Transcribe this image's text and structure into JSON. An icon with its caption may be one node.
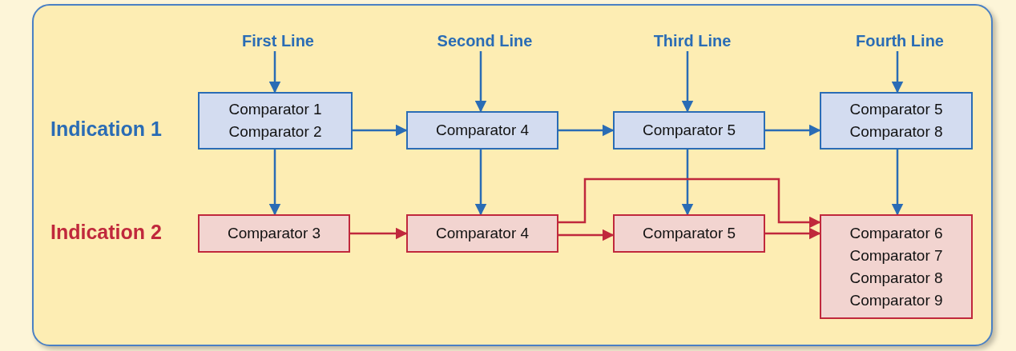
{
  "diagram": {
    "nodes": [
      {
        "text": [
          "First Line"
        ]
      },
      {
        "text": [
          "Second Line"
        ]
      },
      {
        "text": [
          "Third Line"
        ]
      },
      {
        "text": [
          "Fourth Line"
        ]
      },
      {
        "text": [
          "Comparator 1",
          "Comparator 2"
        ]
      },
      {
        "text": [
          "Comparator 4"
        ]
      },
      {
        "text": [
          "Comparator 5"
        ]
      },
      {
        "text": [
          "Comparator 5",
          "Comparator 8"
        ]
      },
      {
        "text": [
          "Comparator 3"
        ]
      },
      {
        "text": [
          "Comparator 4"
        ]
      },
      {
        "text": [
          "Comparator 5"
        ]
      },
      {
        "text": [
          "Comparator 6",
          "Comparator 7",
          "Comparator 8",
          "Comparator 9"
        ]
      }
    ],
    "edges": [
      {
        "from": 0,
        "to": 4,
        "arrow": "to"
      },
      {
        "from": 1,
        "to": 5,
        "arrow": "to"
      },
      {
        "from": 2,
        "to": 6,
        "arrow": "to"
      },
      {
        "from": 3,
        "to": 7,
        "arrow": "to"
      },
      {
        "from": 4,
        "to": 5,
        "arrow": "to"
      },
      {
        "from": 5,
        "to": 6,
        "arrow": "to"
      },
      {
        "from": 6,
        "to": 7,
        "arrow": "to"
      },
      {
        "from": 4,
        "to": 8,
        "arrow": "to"
      },
      {
        "from": 5,
        "to": 9,
        "arrow": "to"
      },
      {
        "from": 6,
        "to": 10,
        "arrow": "to"
      },
      {
        "from": 7,
        "to": 11,
        "arrow": "to"
      },
      {
        "from": 8,
        "to": 9,
        "arrow": "to",
        "color": "#c0283c"
      },
      {
        "from": 9,
        "to": 10,
        "arrow": "to",
        "color": "#c0283c"
      },
      {
        "from": 9,
        "to": 11,
        "arrow": "to",
        "color": "#c0283c"
      },
      {
        "from": 10,
        "to": 11,
        "arrow": "to",
        "color": "#c0283c"
      }
    ],
    "labels": [
      "Indication 1",
      "Indication 2"
    ]
  }
}
